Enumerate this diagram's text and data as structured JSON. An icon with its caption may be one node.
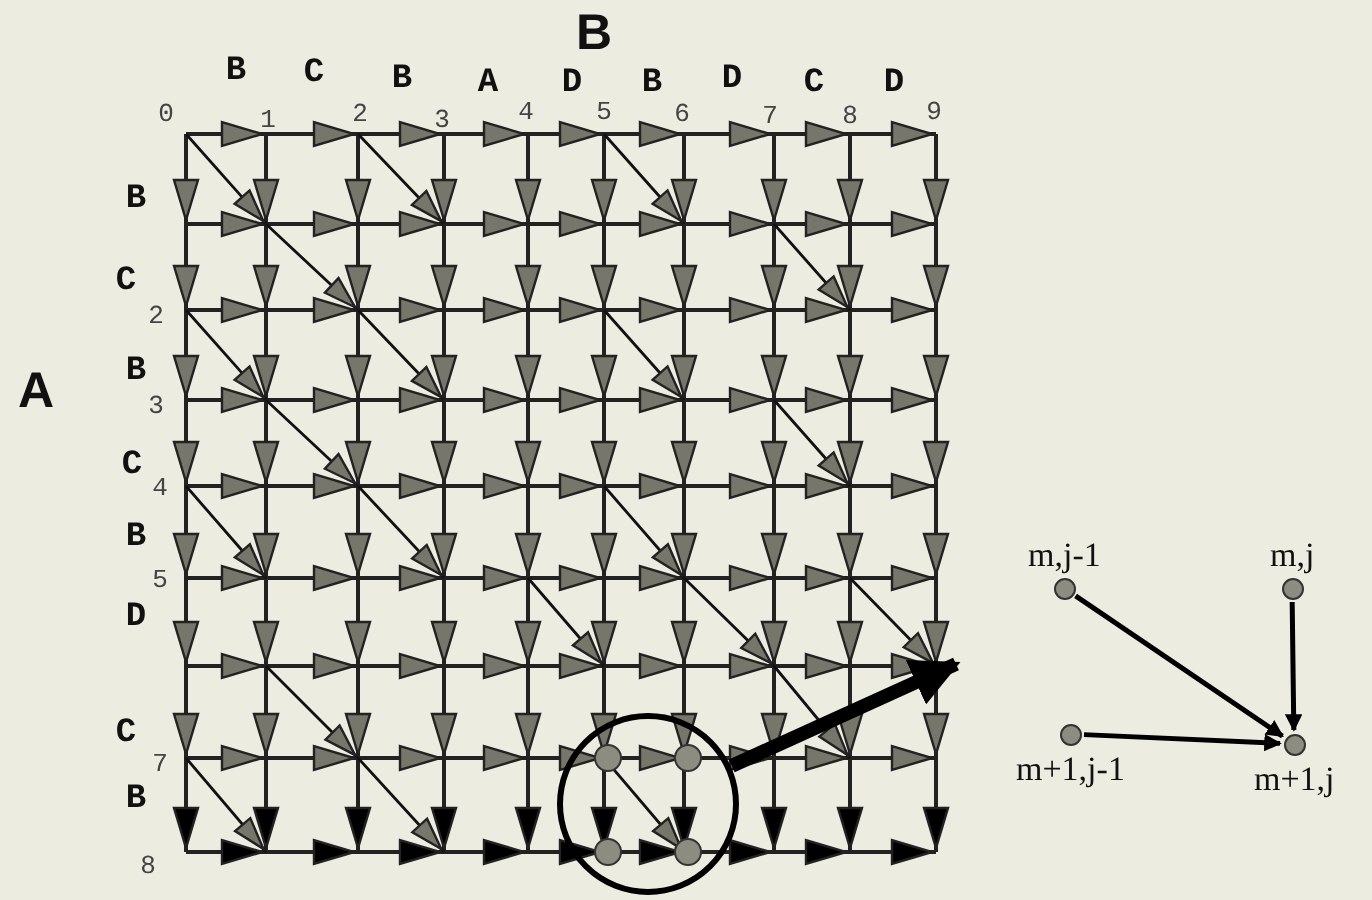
{
  "diagram": {
    "nodes": [
      {
        "text": [],
        "shape": "circle"
      },
      {
        "text": [
          "m,j-1"
        ]
      },
      {
        "text": [
          "m,j"
        ]
      },
      {
        "text": [
          "m+1,j-1"
        ]
      },
      {
        "text": [
          "m+1,j"
        ]
      }
    ],
    "edges": [
      {
        "from": 0,
        "to": null,
        "arrow": "to",
        "style": "thick"
      },
      {
        "from": 1,
        "to": 4,
        "arrow": "to"
      },
      {
        "from": 2,
        "to": 4,
        "arrow": "to"
      },
      {
        "from": 3,
        "to": 4,
        "arrow": "to"
      }
    ],
    "labels": [
      "B",
      "B",
      "C",
      "B",
      "A",
      "D",
      "B",
      "D",
      "C",
      "D",
      "0",
      "1",
      "2",
      "3",
      "4",
      "5",
      "6",
      "7",
      "8",
      "9",
      "B",
      "C",
      "2",
      "A",
      "B",
      "3",
      "C",
      "4",
      "B",
      "5",
      "D",
      "C",
      "7",
      "B",
      "8"
    ]
  }
}
